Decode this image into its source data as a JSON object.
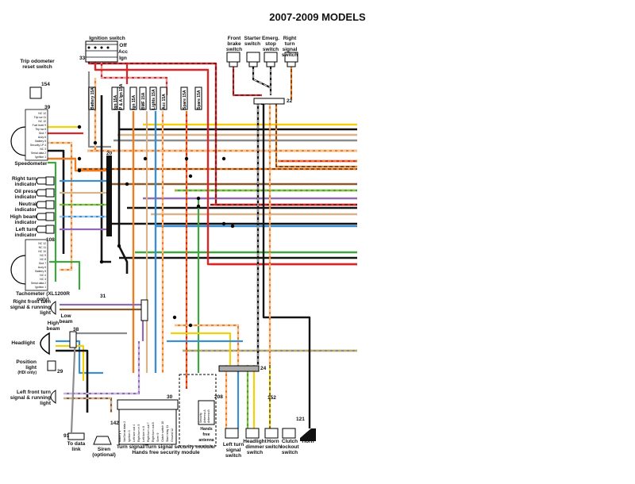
{
  "title": "2007-2009 MODELS",
  "ignition": {
    "label": "Ignition switch",
    "positions": [
      "Off",
      "Acc",
      "Ign"
    ],
    "connector": "33"
  },
  "fuses": [
    {
      "label": "Battery 15A"
    },
    {
      "label": "Ign 15A"
    },
    {
      "label": "P & A Ign 15A"
    },
    {
      "label": "Ign 15A"
    },
    {
      "label": "BMF 15A"
    },
    {
      "label": "Lights 15A"
    },
    {
      "label": "Acc 15A"
    },
    {
      "label": "Spare 15A"
    },
    {
      "label": "Spare 15A"
    }
  ],
  "components": {
    "trip_reset": "Trip odometer reset switch",
    "speedometer": "Speedometer",
    "right_turn_ind": "Right turn indicator",
    "oil_press_ind": "Oil press indicator",
    "neutral_ind": "Neutral indicator",
    "high_beam_ind": "High beam indicator",
    "left_turn_ind": "Left turn indicator",
    "tachometer": "Tachometer (XL1200R only)",
    "rf_turn": "Right front turn signal & running light",
    "low_beam": "Low beam",
    "high_beam": "High beam",
    "headlight": "Headlight",
    "position_light": "Position light",
    "position_note": "(HDI only)",
    "lf_turn": "Left front turn signal & running light",
    "data_link": "To data link",
    "siren": "Siren (optional)",
    "tssm": "Turn signal/Turn signal security module/ Hands free security module",
    "hf_antenna": "Hands free antenna",
    "front_brake": "Front brake switch",
    "starter": "Starter switch",
    "emerg_stop": "Emerg. stop switch",
    "right_turn_sw": "Right turn signal switch",
    "left_turn_sw": "Left turn signal switch",
    "dimmer": "Headlight dimmer switch",
    "horn_sw": "Horn switch",
    "clutch": "Clutch lockout switch",
    "horn": "Horn"
  },
  "connectors": {
    "c154": "154",
    "c39": "39",
    "c108": "108",
    "c20": "20",
    "c31": "31",
    "c38": "38",
    "c29": "29",
    "c91": "91",
    "c142": "142",
    "c30": "30",
    "c22": "22",
    "c24": "24",
    "c208": "208",
    "c152": "152",
    "c121": "121"
  },
  "speedo_pins": [
    "NC 12",
    "Trip sw 11",
    "NC 10",
    "Fuel level 9",
    "Trip sw 8",
    "Gnd 7",
    "Accy 6",
    "Battery 5",
    "Security LP 4",
    "NC 3",
    "Serial data 2",
    "Ignition 1"
  ],
  "tach_pins": [
    "NC 12",
    "NC 11",
    "NC 10",
    "NC 9",
    "NC 8",
    "Gnd 7",
    "Accy 6",
    "Battery 5",
    "NC 4",
    "NC 3",
    "Serial data 2",
    "Ignition 1"
  ],
  "tssm_pins": [
    "Battery 1",
    "VariSerial data 2",
    "Ignition 3",
    "Left turn out 4",
    "Right turn in 5",
    "Left turn in 6",
    "Right turn out 7",
    "Right turn out 8",
    "Siren 9",
    "Clutch switch 10",
    "Start relay 11",
    "Ground 12"
  ],
  "antenna_pins": [
    "Security",
    "Antenna A",
    "Antenna B"
  ],
  "colors": {
    "red": "#d8262a",
    "black": "#141414",
    "orange": "#ef7d22",
    "yellow": "#f2d10a",
    "green": "#3fa63f",
    "blue": "#3b8fd0",
    "violet": "#8f6bb6",
    "brown": "#8a5a2e",
    "tan": "#d9b38a",
    "gray": "#8c8c8c",
    "white": "#ffffff",
    "pink": "#f2b4b8"
  }
}
